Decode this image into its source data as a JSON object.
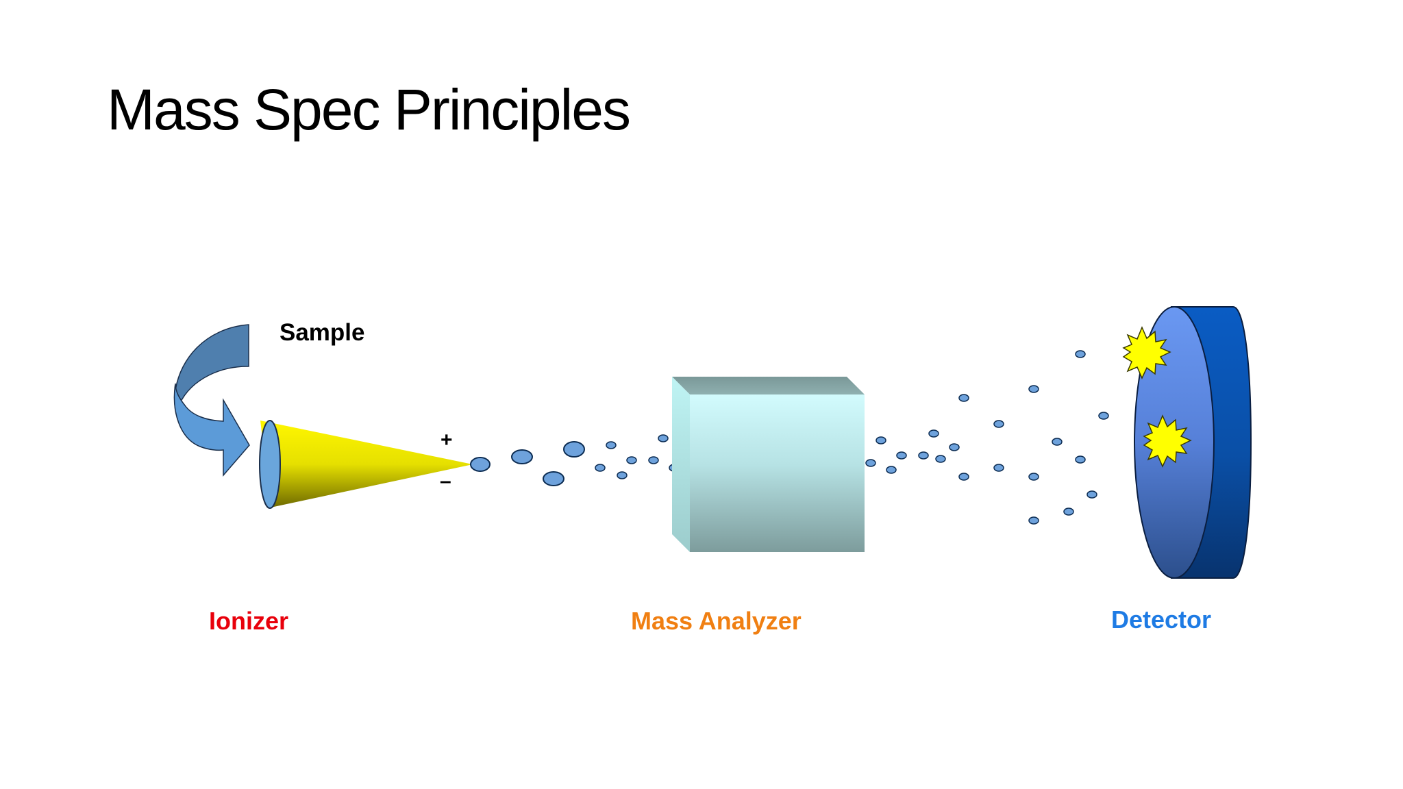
{
  "title": "Mass Spec Principles",
  "labels": {
    "sample": "Sample",
    "plus": "+",
    "minus": "–",
    "ionizer": "Ionizer",
    "mass_analyzer": "Mass Analyzer",
    "detector": "Detector"
  },
  "colors": {
    "ionizer": "#e8000b",
    "mass_analyzer": "#f07f12",
    "detector": "#1e7be4",
    "ion_fill": "#6ea2dc",
    "ion_stroke": "#0c2c52",
    "starburst": "#ffff00",
    "cone": "#f3ef00",
    "analyzer_face": "#c8f8fa",
    "detector_body": "#0a56b4"
  }
}
